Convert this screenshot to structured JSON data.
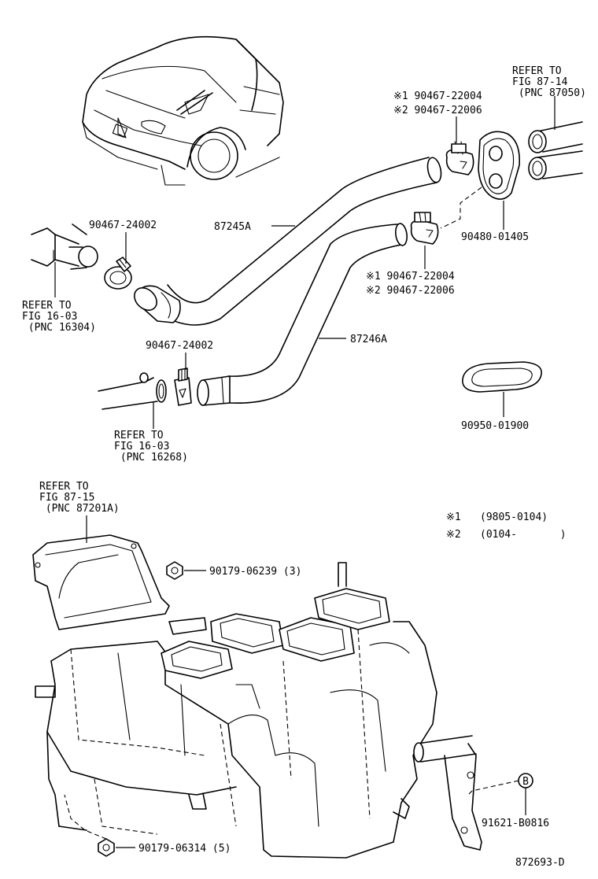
{
  "diagram_id": "872693-D",
  "notes": [
    {
      "mark": "※1",
      "range": "(9805-0104)"
    },
    {
      "mark": "※2",
      "range": "(0104-       )"
    }
  ],
  "parts": {
    "hose_upper": "87245A",
    "hose_lower": "87246A",
    "clamp_engine_upper": "90467-24002",
    "clamp_engine_lower": "90467-24002",
    "clamp_heater_upper_1": "※1 90467-22004",
    "clamp_heater_upper_2": "※2 90467-22006",
    "clamp_heater_lower_1": "※1 90467-22004",
    "clamp_heater_lower_2": "※2 90467-22006",
    "grommet_double": "90480-01405",
    "grommet_oval": "90950-01900",
    "nut_upper": "90179-06239 (3)",
    "nut_lower": "90179-06314 (5)",
    "bolt": "91621-B0816",
    "bolt_marker": "B"
  },
  "refers": {
    "fig_87_14": [
      "REFER TO",
      "FIG 87-14",
      " (PNC 87050)"
    ],
    "fig_16_03_a": [
      "REFER TO",
      "FIG 16-03",
      " (PNC 16304)"
    ],
    "fig_16_03_b": [
      "REFER TO",
      "FIG 16-03",
      " (PNC 16268)"
    ],
    "fig_87_15": [
      "REFER TO",
      "FIG 87-15",
      " (PNC 87201A)"
    ]
  },
  "icons": [
    "car-illustration",
    "hose",
    "clamp",
    "grommet",
    "nut",
    "bolt",
    "heater-unit"
  ]
}
